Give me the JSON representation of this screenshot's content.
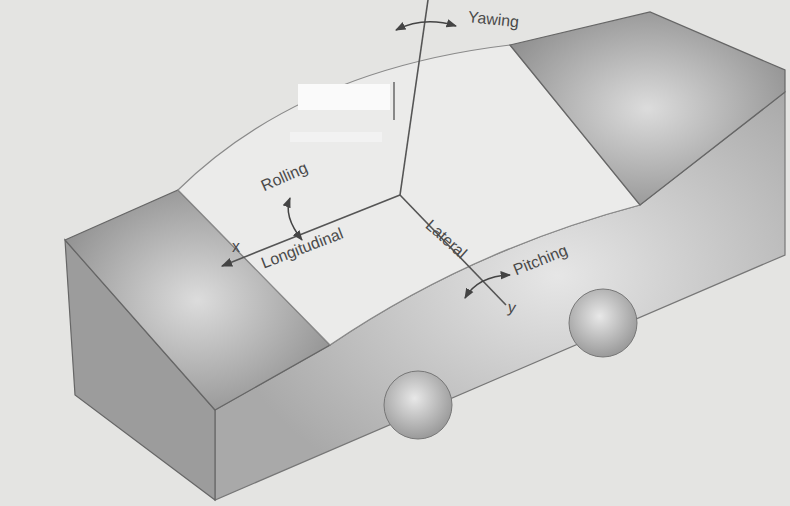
{
  "diagram": {
    "labels": [
      "Yawing",
      "Rolling",
      "x",
      "Longitudinal",
      "Lateral",
      "Pitching",
      "y"
    ]
  }
}
